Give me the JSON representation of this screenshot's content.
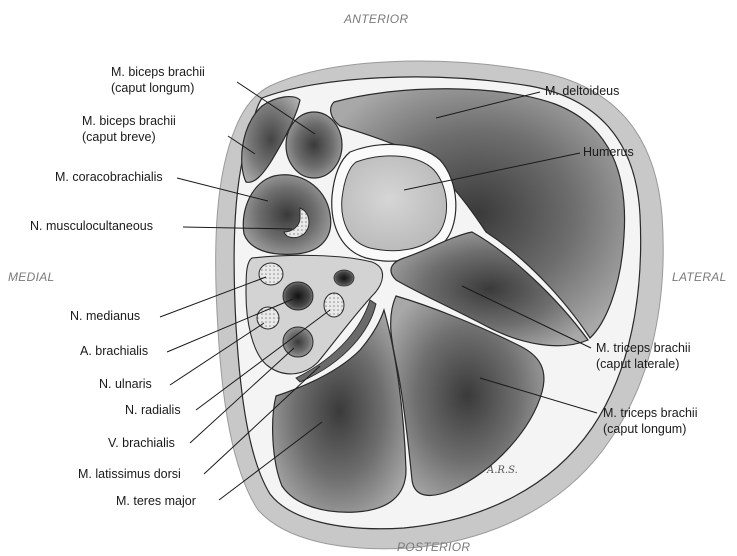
{
  "orientation": {
    "anterior": "ANTERIOR",
    "posterior": "POSTERIOR",
    "medial": "MEDIAL",
    "lateral": "LATERAL"
  },
  "labels": {
    "biceps_longum_1": "M. biceps brachii",
    "biceps_longum_2": "(caput longum)",
    "biceps_breve_1": "M. biceps brachii",
    "biceps_breve_2": "(caput breve)",
    "coracobrachialis": "M. coracobrachialis",
    "musculocutaneous": "N. musculocultaneous",
    "medianus": "N. medianus",
    "a_brachialis": "A. brachialis",
    "ulnaris": "N. ulnaris",
    "radialis": "N. radialis",
    "v_brachialis": "V. brachialis",
    "latissimus": "M. latissimus dorsi",
    "teres_major": "M. teres major",
    "deltoideus": "M. deltoideus",
    "humerus": "Humerus",
    "triceps_laterale_1": "M. triceps brachii",
    "triceps_laterale_2": "(caput laterale)",
    "triceps_longum_1": "M. triceps brachii",
    "triceps_longum_2": "(caput longum)"
  },
  "signature": "A.R.S.",
  "colors": {
    "skin": "#c9c9c9",
    "fascia": "#f4f4f4",
    "muscle_dark": "#3d3d3d",
    "muscle_mid": "#8a8a8a",
    "bone": "#c4c4c4",
    "outline": "#2a2a2a"
  }
}
